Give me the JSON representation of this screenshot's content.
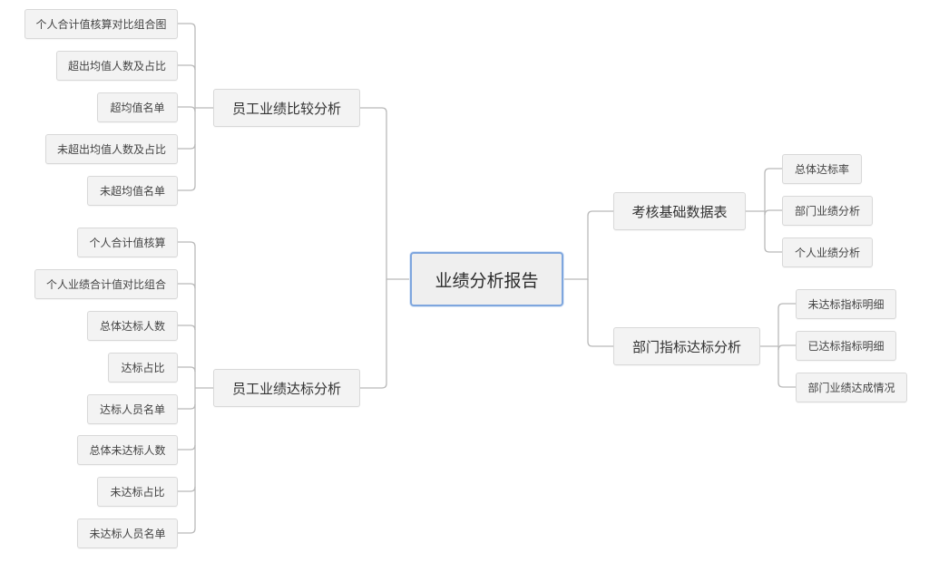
{
  "root": {
    "label": "业绩分析报告"
  },
  "branches": [
    {
      "id": "b1",
      "label": "员工业绩比较分析",
      "children": [
        "个人合计值核算对比组合图",
        "超出均值人数及占比",
        "超均值名单",
        "未超出均值人数及占比",
        "未超均值名单"
      ]
    },
    {
      "id": "b2",
      "label": "员工业绩达标分析",
      "children": [
        "个人合计值核算",
        "个人业绩合计值对比组合",
        "总体达标人数",
        "达标占比",
        "达标人员名单",
        "总体未达标人数",
        "未达标占比",
        "未达标人员名单"
      ]
    },
    {
      "id": "b3",
      "label": "考核基础数据表",
      "children": [
        "总体达标率",
        "部门业绩分析",
        "个人业绩分析"
      ]
    },
    {
      "id": "b4",
      "label": "部门指标达标分析",
      "children": [
        "未达标指标明细",
        "已达标指标明细",
        "部门业绩达成情况"
      ]
    }
  ],
  "colors": {
    "root_border": "#7ea6de",
    "node_fill": "#f3f3f3",
    "node_border": "#d8d8d8",
    "connector": "#b9b9b9"
  }
}
